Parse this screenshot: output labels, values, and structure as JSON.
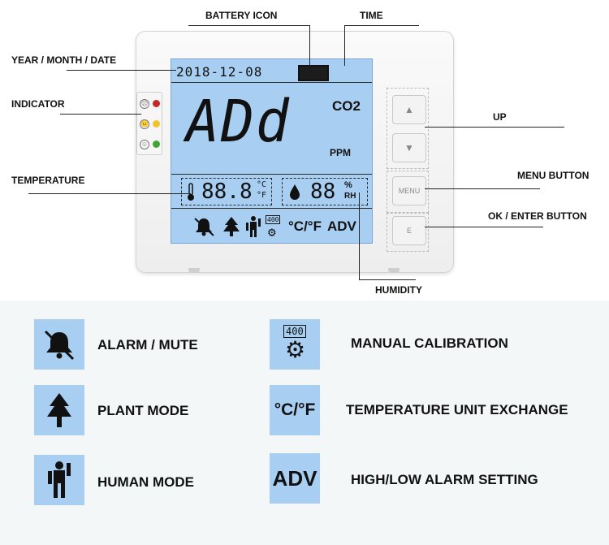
{
  "callouts": {
    "battery_icon": "BATTERY ICON",
    "time": "TIME",
    "date": "YEAR / MONTH / DATE",
    "indicator": "INDICATOR",
    "up": "UP",
    "menu_button": "MENU BUTTON",
    "ok_enter_button": "OK / ENTER BUTTON",
    "temperature": "TEMPERATURE",
    "humidity": "HUMIDITY"
  },
  "display": {
    "date": "2018-12-08",
    "main_reading": "ADd",
    "co2_label": "CO2",
    "ppm_unit": "PPM",
    "temp_value": "88.8",
    "temp_c": "°C",
    "temp_f": "°F",
    "hum_value": "88",
    "hum_pct": "%",
    "hum_rh": "RH",
    "calib_badge": "400",
    "unit_toggle": "°C/°F",
    "adv": "ADV"
  },
  "buttons": {
    "menu": "MENU",
    "enter": "E"
  },
  "legend": [
    {
      "icon": "bell-mute-icon",
      "label": "ALARM / MUTE"
    },
    {
      "icon": "manual-calibration-icon",
      "label": "MANUAL CALIBRATION"
    },
    {
      "icon": "plant-icon",
      "label": "PLANT MODE"
    },
    {
      "icon": "temperature-unit-icon",
      "icon_text": "°C/°F",
      "label": "TEMPERATURE UNIT EXCHANGE"
    },
    {
      "icon": "human-icon",
      "label": "HUMAN MODE"
    },
    {
      "icon": "adv-icon",
      "icon_text": "ADV",
      "label": "HIGH/LOW ALARM SETTING"
    }
  ],
  "colors": {
    "screen": "#a8cef2",
    "indicator_red": "#c62828",
    "indicator_yellow": "#f2c230",
    "indicator_green": "#3fa535"
  }
}
